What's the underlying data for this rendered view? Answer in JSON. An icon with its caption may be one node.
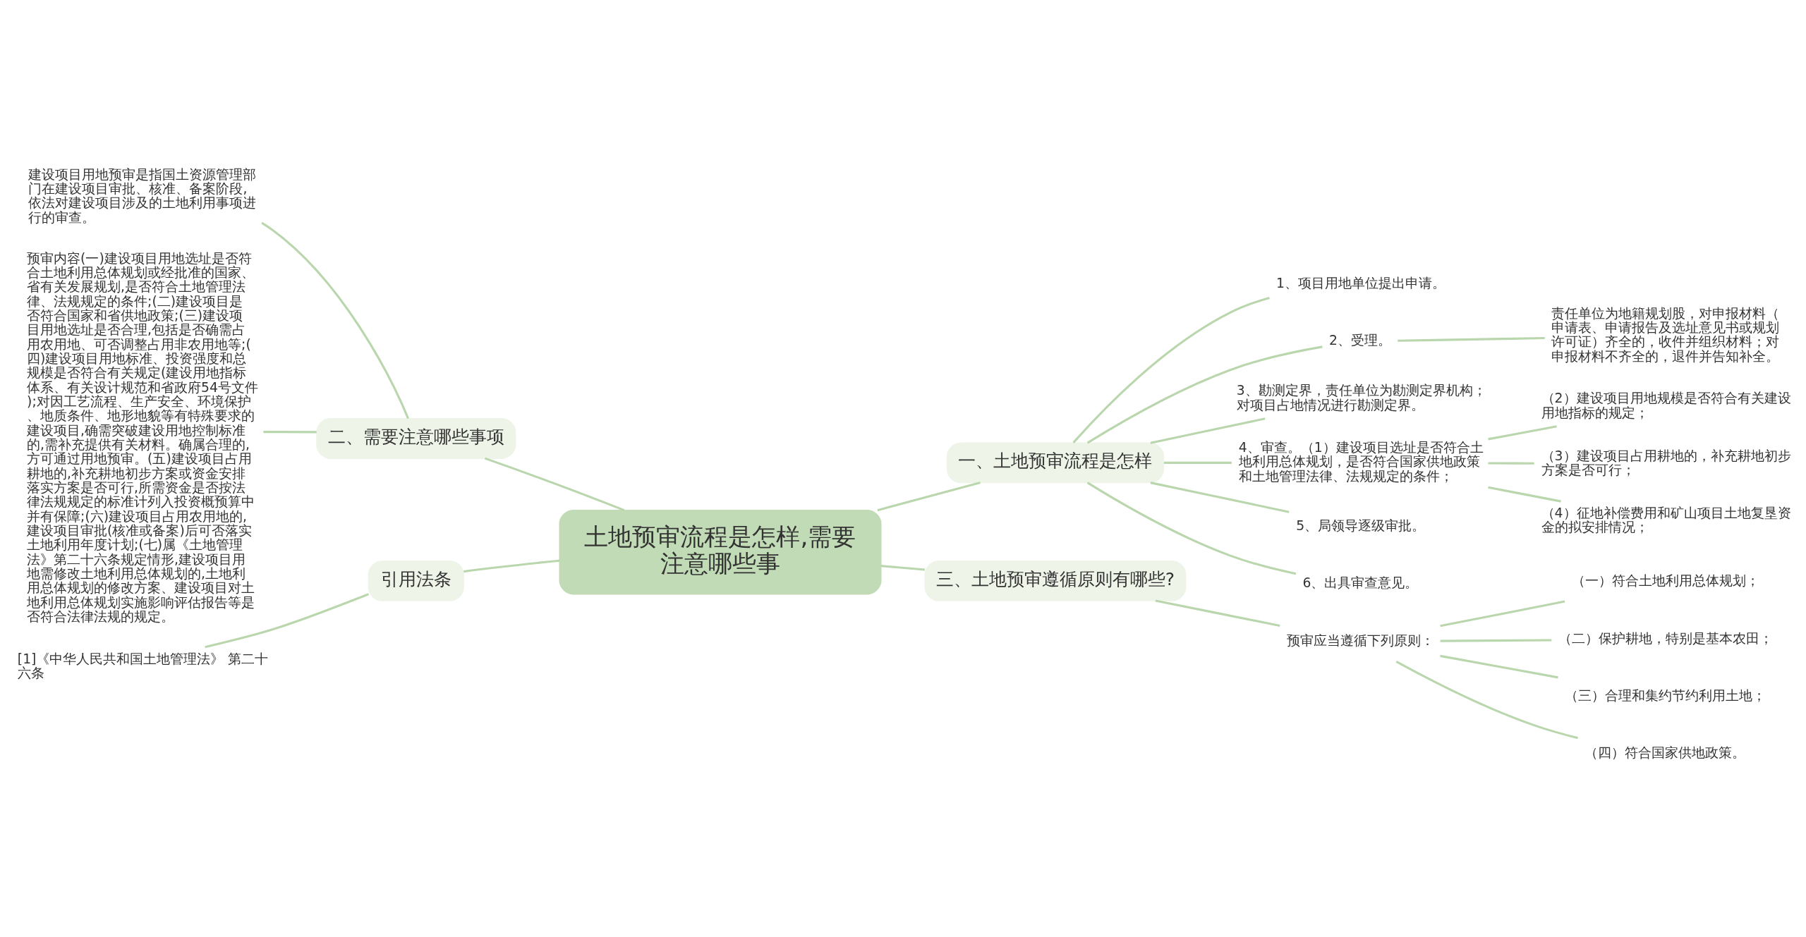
{
  "diagram": {
    "nodes": [
      {
        "text": [
          "土地预审流程是怎样,需要注意哪些事"
        ]
      },
      {
        "text": [
          "一、土地预审流程是怎样"
        ]
      },
      {
        "text": [
          "1、项目用地单位提出申请。"
        ]
      },
      {
        "text": [
          "2、受理。"
        ]
      },
      {
        "text": [
          "责任单位为地籍规划股，对申报材料（申请表、申请报告及选址意见书或规划许可证）齐全的，收件并组织材料；对申报材料不齐全的，退件并告知补全。"
        ]
      },
      {
        "text": [
          "3、勘测定界，责任单位为勘测定界机构；对项目占地情况进行勘测定界。"
        ]
      },
      {
        "text": [
          "4、审查。（1）建设项目选址是否符合土地利用总体规划，是否符合国家供地政策和土地管理法律、法规规定的条件；"
        ]
      },
      {
        "text": [
          "（2）建设项目用地规模是否符合有关建设用地指标的规定；"
        ]
      },
      {
        "text": [
          "（3）建设项目占用耕地的，补充耕地初步方案是否可行；"
        ]
      },
      {
        "text": [
          "（4）征地补偿费用和矿山项目土地复垦资金的拟安排情况；"
        ]
      },
      {
        "text": [
          "5、局领导逐级审批。"
        ]
      },
      {
        "text": [
          "6、出具审查意见。"
        ]
      },
      {
        "text": [
          "三、土地预审遵循原则有哪些?"
        ]
      },
      {
        "text": [
          "预审应当遵循下列原则："
        ]
      },
      {
        "text": [
          "（一）符合土地利用总体规划；"
        ]
      },
      {
        "text": [
          "（二）保护耕地，特别是基本农田；"
        ]
      },
      {
        "text": [
          "（三）合理和集约节约利用土地；"
        ]
      },
      {
        "text": [
          "（四）符合国家供地政策。"
        ]
      },
      {
        "text": [
          "二、需要注意哪些事项"
        ]
      },
      {
        "text": [
          "建设项目用地预审是指国土资源管理部门在建设项目审批、核准、备案阶段,依法对建设项目涉及的土地利用事项进行的审查。"
        ]
      },
      {
        "text": [
          "预审内容(一)建设项目用地选址是否符合土地利用总体规划或经批准的国家、省有关发展规划,是否符合土地管理法律、法规规定的条件;(二)建设项目是否符合国家和省供地政策;(三)建设项目用地选址是否合理,包括是否确需占用农用地、可否调整占用非农用地等;(四)建设项目用地标准、投资强度和总规模是否符合有关规定(建设用地指标体系、有关设计规范和省政府54号文件);对因工艺流程、生产安全、环境保护、地质条件、地形地貌等有特殊要求的建设项目,确需突破建设用地控制标准的,需补充提供有关材料。确属合理的,方可通过用地预审。(五)建设项目占用耕地的,补充耕地初步方案或资金安排落实方案是否可行,所需资金是否按法律法规规定的标准计列入投资概预算中并有保障;(六)建设项目占用农用地的,建设项目审批(核准或备案)后可否落实土地利用年度计划;(七)属《土地管理法》第二十六条规定情形,建设项目用地需修改土地利用总体规划的,土地利用总体规划的修改方案、建设项目对土地利用总体规划实施影响评估报告等是否符合法律法规的规定。"
        ]
      },
      {
        "text": [
          "引用法条"
        ]
      },
      {
        "text": [
          "[1]《中华人民共和国土地管理法》 第二十六条"
        ]
      }
    ],
    "edges": [
      {
        "from": 0,
        "to": 1,
        "arrow": "none"
      },
      {
        "from": 1,
        "to": 2,
        "arrow": "none"
      },
      {
        "from": 1,
        "to": 3,
        "arrow": "none"
      },
      {
        "from": 3,
        "to": 4,
        "arrow": "none"
      },
      {
        "from": 1,
        "to": 5,
        "arrow": "none"
      },
      {
        "from": 1,
        "to": 6,
        "arrow": "none"
      },
      {
        "from": 6,
        "to": 7,
        "arrow": "none"
      },
      {
        "from": 6,
        "to": 8,
        "arrow": "none"
      },
      {
        "from": 6,
        "to": 9,
        "arrow": "none"
      },
      {
        "from": 1,
        "to": 10,
        "arrow": "none"
      },
      {
        "from": 1,
        "to": 11,
        "arrow": "none"
      },
      {
        "from": 0,
        "to": 12,
        "arrow": "none"
      },
      {
        "from": 12,
        "to": 13,
        "arrow": "none"
      },
      {
        "from": 13,
        "to": 14,
        "arrow": "none"
      },
      {
        "from": 13,
        "to": 15,
        "arrow": "none"
      },
      {
        "from": 13,
        "to": 16,
        "arrow": "none"
      },
      {
        "from": 13,
        "to": 17,
        "arrow": "none"
      },
      {
        "from": 0,
        "to": 18,
        "arrow": "none"
      },
      {
        "from": 18,
        "to": 19,
        "arrow": "none"
      },
      {
        "from": 18,
        "to": 20,
        "arrow": "none"
      },
      {
        "from": 0,
        "to": 21,
        "arrow": "none"
      },
      {
        "from": 21,
        "to": 22,
        "arrow": "none"
      }
    ]
  }
}
